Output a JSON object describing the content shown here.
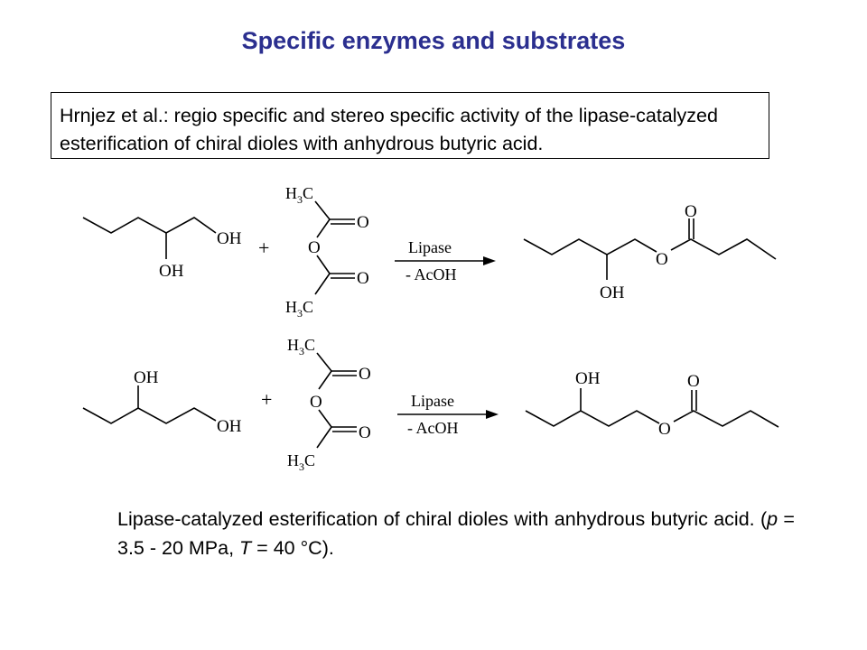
{
  "title": "Specific enzymes and substrates",
  "reference_box": "Hrnjez et al.: regio specific and stereo specific activity of the lipase-catalyzed esterification of chiral dioles with anhydrous butyric acid.",
  "caption": {
    "text_before": "Lipase-catalyzed esterification of chiral dioles with anhydrous butyric acid. (",
    "p_symbol": "p",
    "p_value": " = 3.5 - 20 MPa, ",
    "t_symbol": "T",
    "t_value": " = 40 °C)."
  },
  "reaction": {
    "plus": "+",
    "reagent": "Lipase",
    "condition": "- AcOH",
    "labels": {
      "oh": "OH",
      "o": "O",
      "h3c_h": "H",
      "h3c_sub": "3",
      "h3c_c": "C"
    }
  }
}
